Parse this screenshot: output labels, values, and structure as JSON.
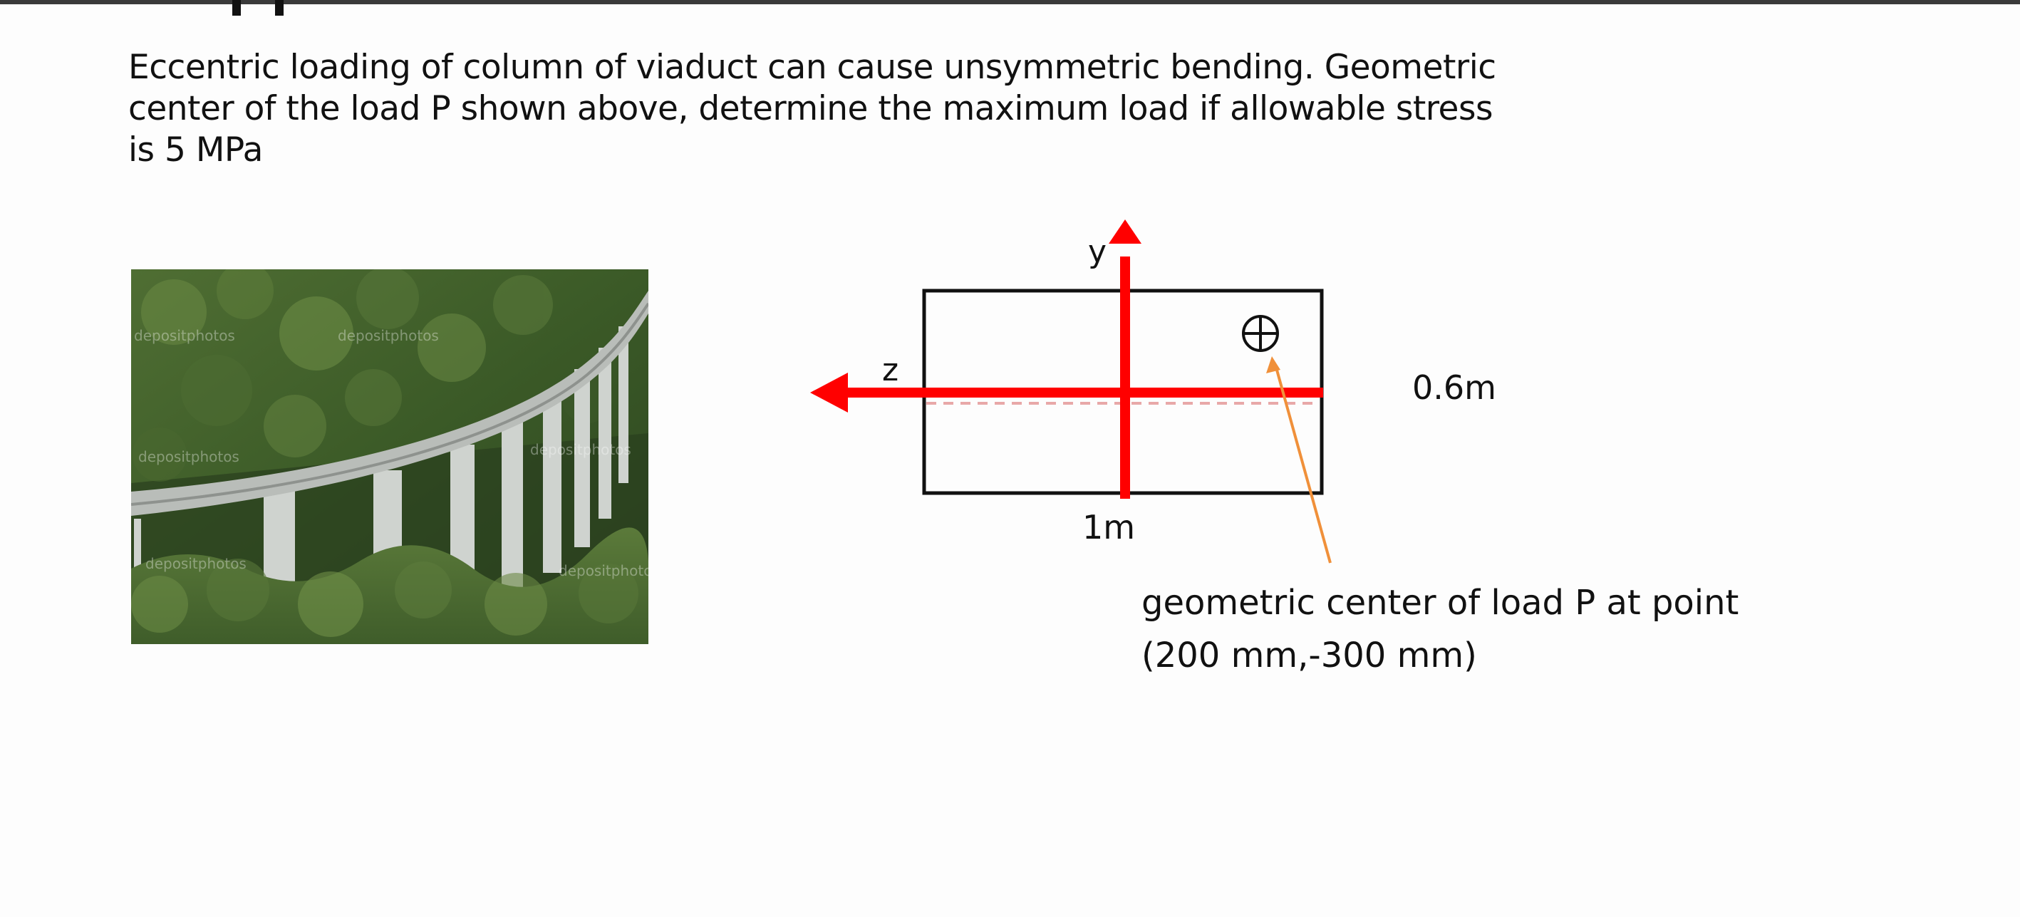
{
  "problem": {
    "line1": "Eccentric loading of column of viaduct can cause unsymmetric bending. Geometric",
    "line2": "center of the load P shown above, determine the maximum load if allowable stress",
    "line3": "is 5 MPa"
  },
  "photo": {
    "watermark": "depositphotos"
  },
  "diagram": {
    "y_axis_label": "y",
    "z_axis_label": "z",
    "height_label": "0.6m",
    "width_label": "1m",
    "load_symbol": "⊕",
    "annotation_line1": "geometric center of load P at point",
    "annotation_line2": "(200 mm,-300 mm)"
  },
  "colors": {
    "axis": "#ff0000",
    "leader": "#f0903a",
    "outline": "#111111"
  }
}
